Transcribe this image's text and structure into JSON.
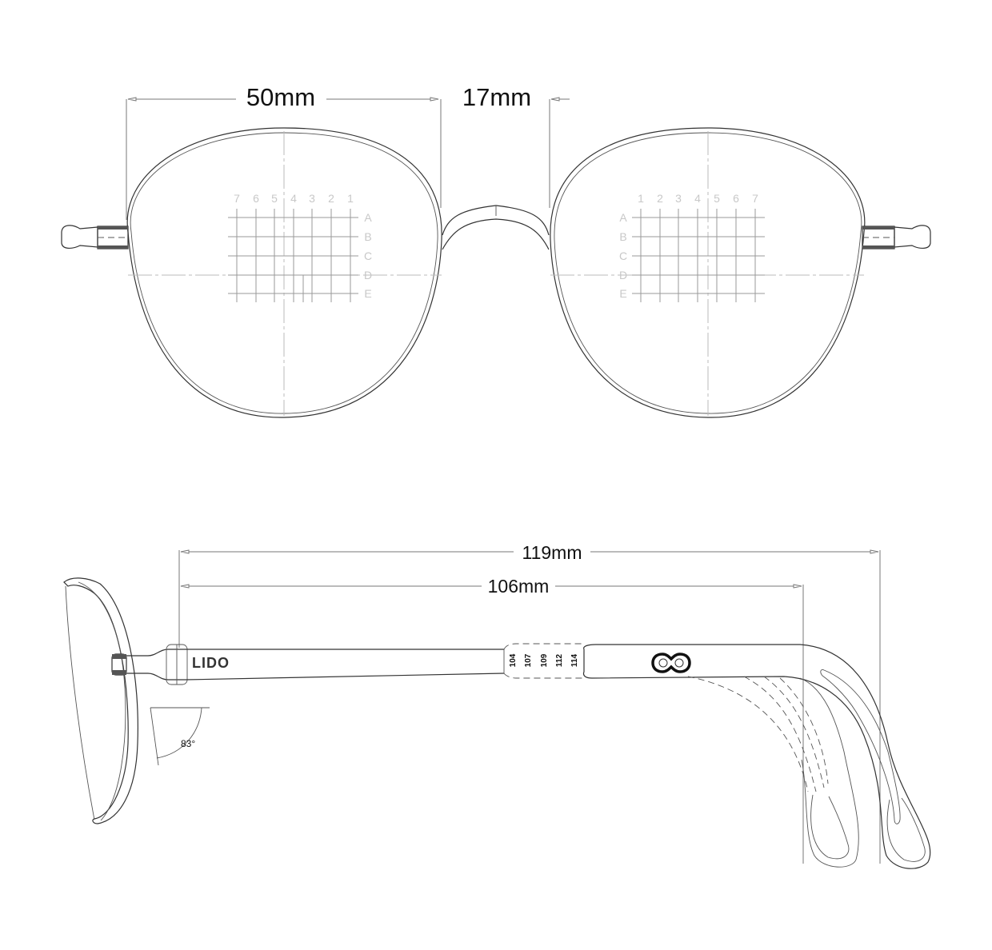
{
  "front_view": {
    "lens_width_label": "50mm",
    "bridge_width_label": "17mm",
    "left_lens_grid": {
      "columns": [
        "7",
        "6",
        "5",
        "4",
        "3",
        "2",
        "1"
      ],
      "rows": [
        "A",
        "B",
        "C",
        "D",
        "E"
      ]
    },
    "right_lens_grid": {
      "columns": [
        "1",
        "2",
        "3",
        "4",
        "5",
        "6",
        "7"
      ],
      "rows": [
        "A",
        "B",
        "C",
        "D",
        "E"
      ]
    }
  },
  "side_view": {
    "overall_length_label": "119mm",
    "temple_length_label": "106mm",
    "brand_logo": "LIDO",
    "temple_size_marks": [
      "104",
      "107",
      "109",
      "112",
      "114"
    ],
    "pantoscopic_angle_label": "83°",
    "temple_emblem": "infinity-emblem-icon"
  },
  "colors": {
    "line": "#333333",
    "grid": "#9a9a9a",
    "grid_text": "#c8c8c8",
    "background": "#ffffff"
  }
}
